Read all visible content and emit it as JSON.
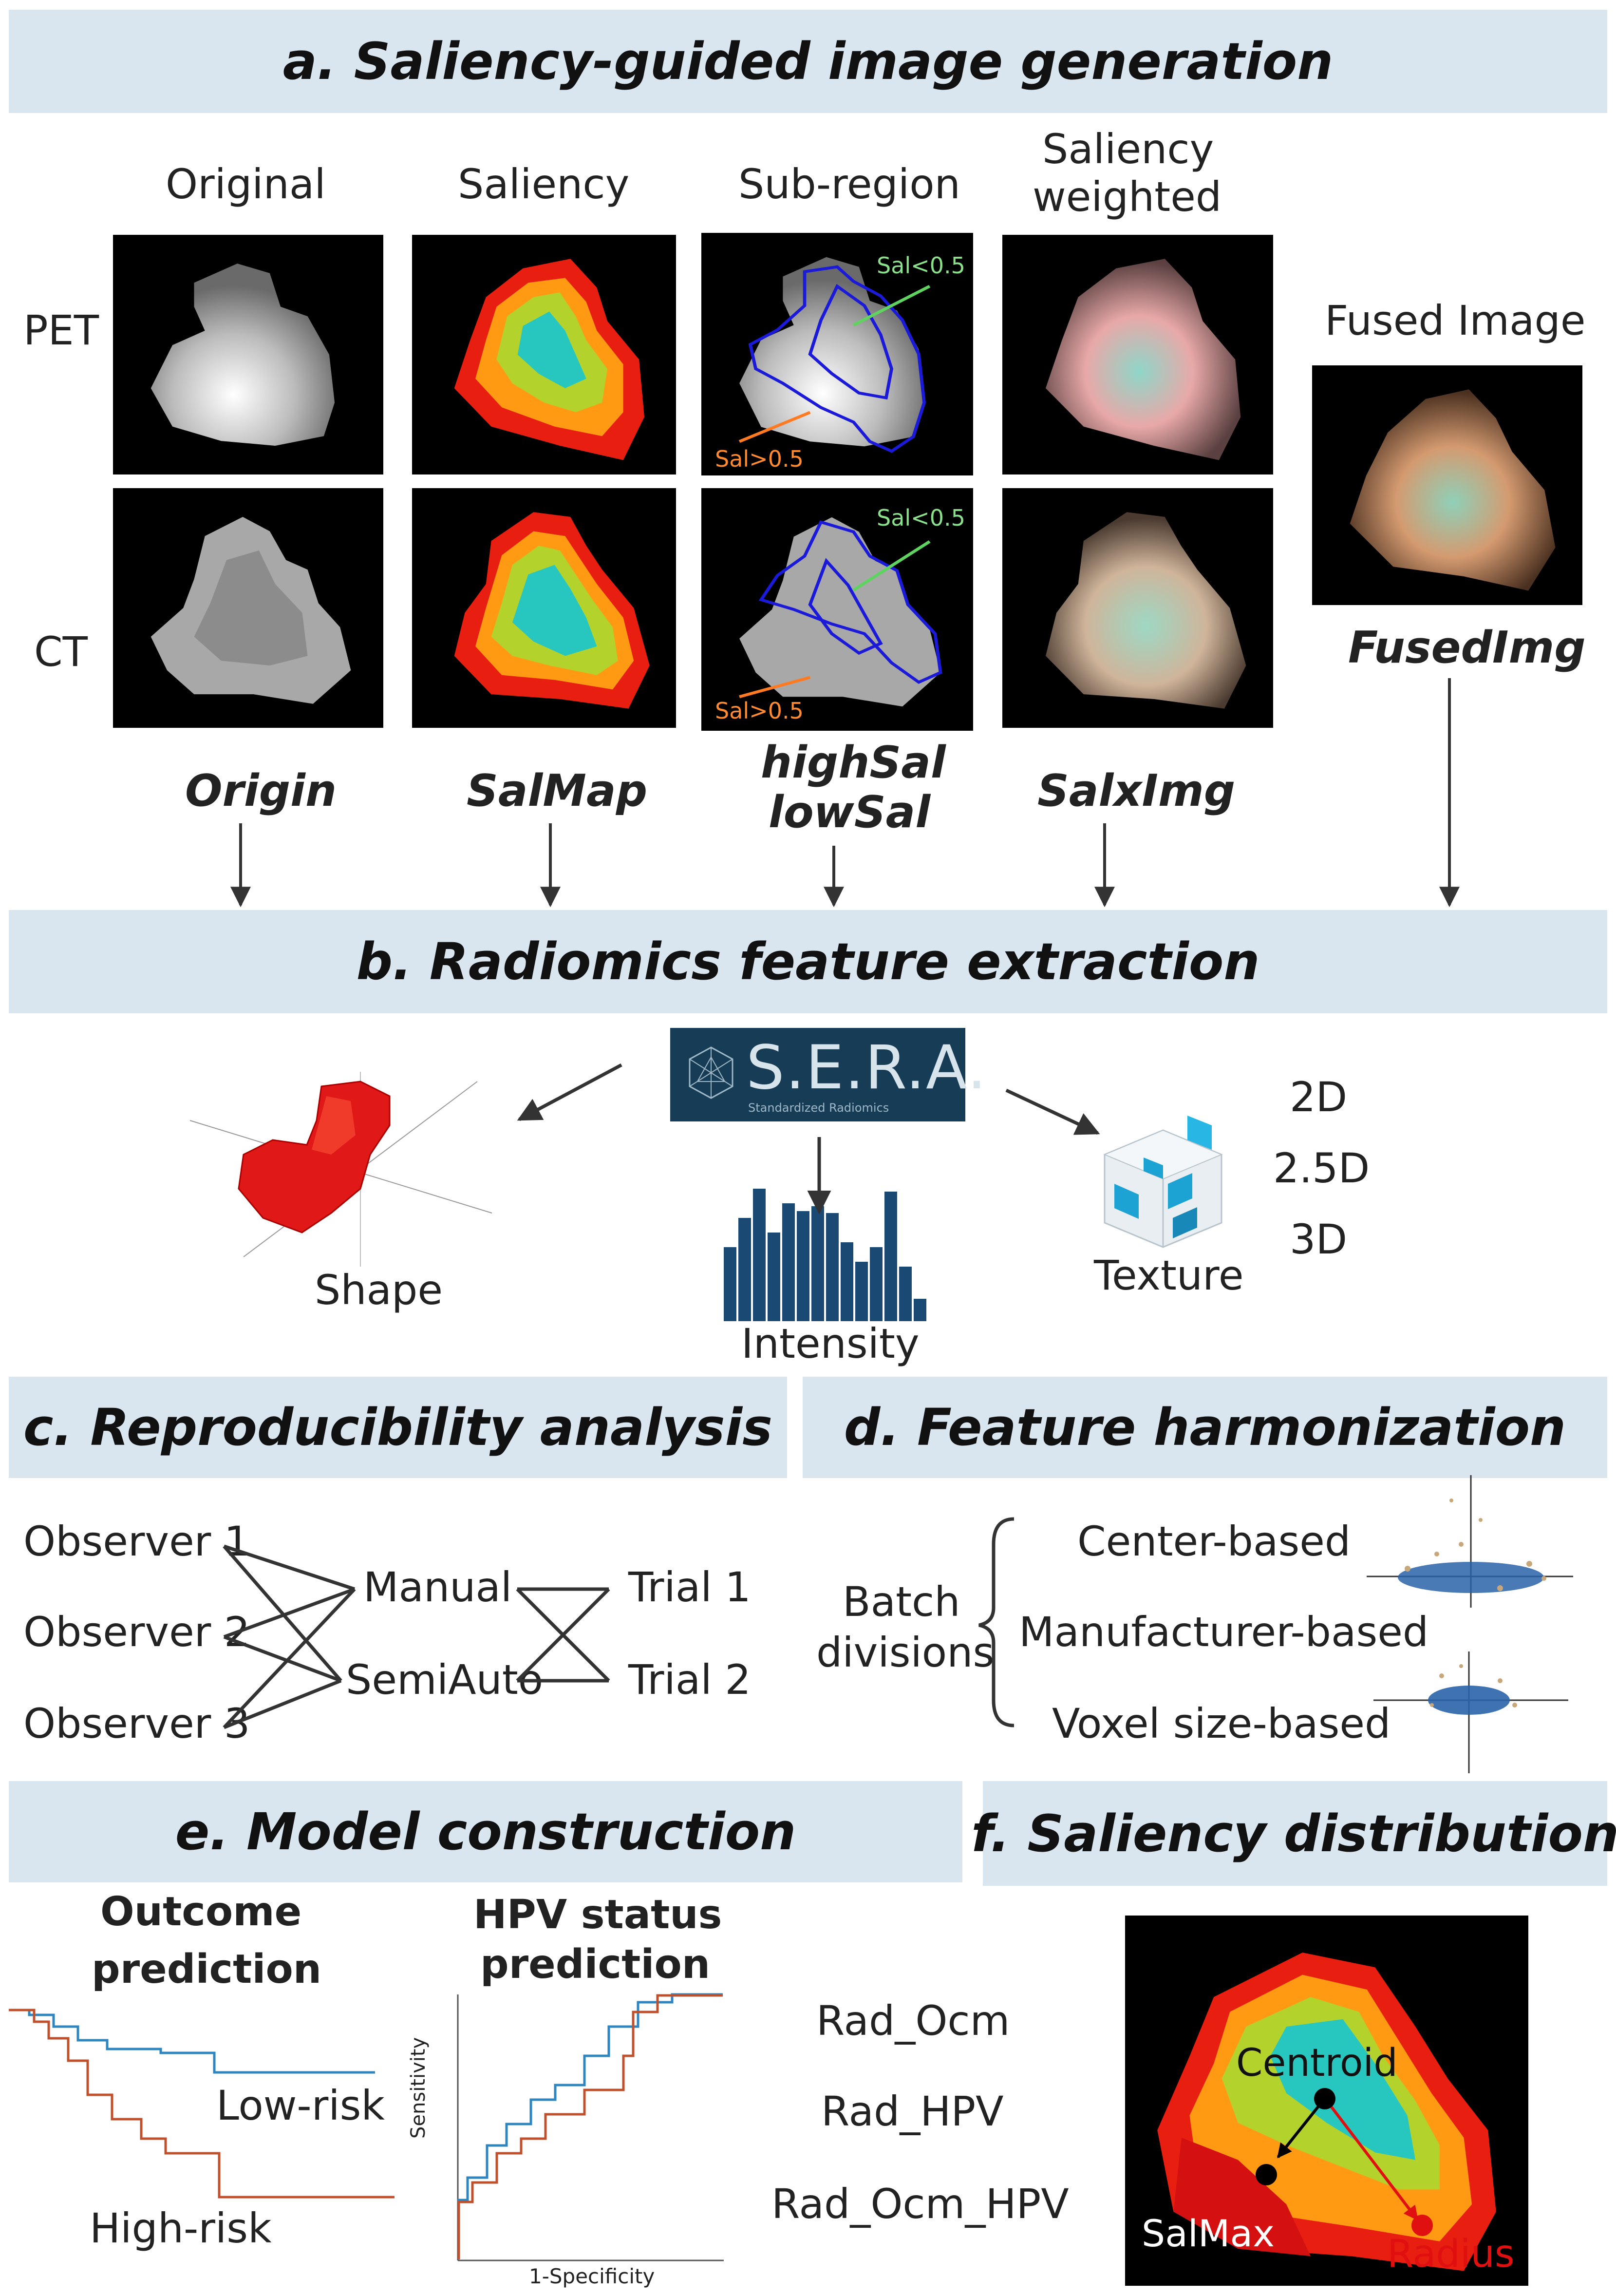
{
  "panels": {
    "a": "a. Saliency-guided image generation",
    "b": "b. Radiomics feature extraction",
    "c": "c. Reproducibility analysis",
    "d": "d. Feature harmonization",
    "e": "e. Model construction",
    "f": "f. Saliency distribution"
  },
  "section_a": {
    "columns": [
      "Original",
      "Saliency",
      "Sub-region",
      "Saliency",
      "weighted"
    ],
    "rows": [
      "PET",
      "CT"
    ],
    "fused_title": "Fused Image",
    "fused_label": "FusedImg",
    "outputs": [
      "Origin",
      "SalMap",
      "highSal",
      "lowSal",
      "SalxImg"
    ],
    "sal_low": "Sal<0.5",
    "sal_high": "Sal>0.5"
  },
  "section_b": {
    "logo": "S.E.R.A.",
    "logo_sub": "Standardized Radiomics",
    "shape": "Shape",
    "intensity": "Intensity",
    "texture": "Texture",
    "dims": [
      "2D",
      "2.5D",
      "3D"
    ]
  },
  "section_c": {
    "observers": [
      "Observer 1",
      "Observer 2",
      "Observer 3"
    ],
    "modes": [
      "Manual",
      "SemiAuto"
    ],
    "trials": [
      "Trial 1",
      "Trial 2"
    ]
  },
  "section_d": {
    "batch": [
      "Batch",
      "divisions"
    ],
    "divisions": [
      "Center-based",
      "Manufacturer-based",
      "Voxel size-based"
    ]
  },
  "section_e": {
    "outcome": [
      "Outcome",
      "prediction"
    ],
    "hpv": [
      "HPV status",
      "prediction"
    ],
    "low_risk": "Low-risk",
    "high_risk": "High-risk",
    "y_axis": "Sensitivity",
    "x_axis": "1-Specificity",
    "models": [
      "Rad_Ocm",
      "Rad_HPV",
      "Rad_Ocm_HPV"
    ]
  },
  "section_f": {
    "centroid": "Centroid",
    "salmax": "SalMax",
    "radius": "Radius"
  },
  "colors": {
    "band": "#d9e5ef",
    "km_low": "#2e86c1",
    "km_high": "#c0502c",
    "sera_bg": "#173c55",
    "radius_red": "#e01010"
  }
}
